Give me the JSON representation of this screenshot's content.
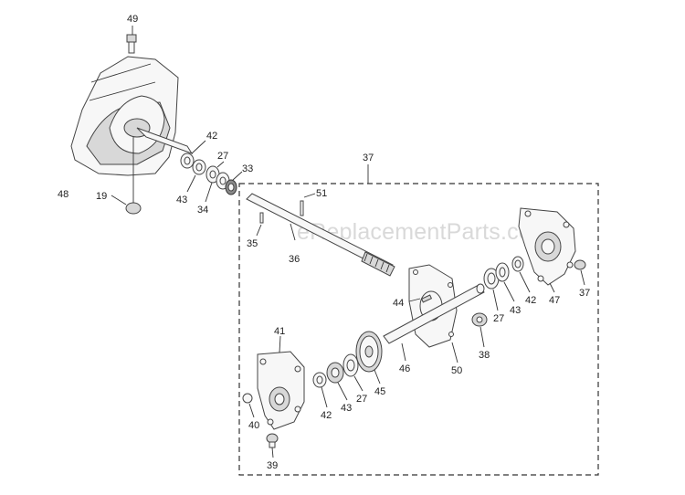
{
  "watermark": "eReplacementParts.com",
  "callouts": {
    "c49": "49",
    "c42a": "42",
    "c27a": "27",
    "c33": "33",
    "c48": "48",
    "c19": "19",
    "c43a": "43",
    "c34": "34",
    "c37a": "37",
    "c51": "51",
    "c35": "35",
    "c36": "36",
    "c44": "44",
    "c27b": "27",
    "c43b": "43",
    "c42b": "42",
    "c47": "47",
    "c37b": "37",
    "c38": "38",
    "c41": "41",
    "c46": "46",
    "c50": "50",
    "c42c": "42",
    "c43c": "43",
    "c27c": "27",
    "c45": "45",
    "c40": "40",
    "c39": "39"
  }
}
